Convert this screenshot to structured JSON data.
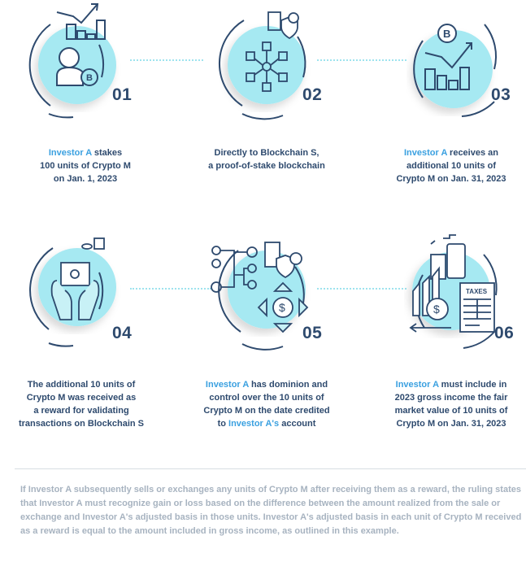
{
  "colors": {
    "circle": "#a6e9f2",
    "dark": "#2e4a6e",
    "accent": "#3aa0e0",
    "footer": "#a7b3c0"
  },
  "steps": [
    {
      "number": "01",
      "icon": "investor-crypto-growth-icon",
      "lines": [
        [
          "Investor A",
          "  stakes"
        ],
        [
          "",
          "100 units of Crypto M"
        ],
        [
          "",
          "on Jan. 1, 2023"
        ]
      ]
    },
    {
      "number": "02",
      "icon": "blockchain-network-icon",
      "lines": [
        [
          "",
          "Directly to Blockchain S,"
        ],
        [
          "",
          "a proof-of-stake blockchain"
        ]
      ]
    },
    {
      "number": "03",
      "icon": "coin-growth-chart-icon",
      "lines": [
        [
          "Investor A",
          " receives an"
        ],
        [
          "",
          "additional 10 units of"
        ],
        [
          "",
          "Crypto M on Jan. 31, 2023"
        ]
      ]
    },
    {
      "number": "04",
      "icon": "reward-certificate-hands-icon",
      "lines": [
        [
          "",
          "The additional 10 units of"
        ],
        [
          "",
          "Crypto M was received as"
        ],
        [
          "",
          "a reward for validating"
        ],
        [
          "",
          "transactions on Blockchain S"
        ]
      ]
    },
    {
      "number": "05",
      "icon": "control-dollar-flow-icon",
      "lines": [
        [
          "Investor A",
          " has dominion and"
        ],
        [
          "",
          "control over the 10 units of"
        ],
        [
          "",
          "Crypto M on the date credited"
        ],
        [
          "to ",
          "Investor A's",
          "account"
        ]
      ]
    },
    {
      "number": "06",
      "icon": "taxes-calculator-icon",
      "icon_text": "TAXES",
      "lines": [
        [
          "Investor A",
          " must include in"
        ],
        [
          "",
          "2023 gross income the fair"
        ],
        [
          "",
          "market value of 10 units of"
        ],
        [
          "",
          "Crypto M on Jan. 31, 2023"
        ]
      ]
    }
  ],
  "footer": "If Investor A subsequently sells or exchanges any units of Crypto M after receiving them as a reward, the ruling states that Investor A must recognize gain or loss based on the difference between the amount realized from the sale or exchange and Investor A's adjusted basis in those units.  Investor A's adjusted basis in each unit of Crypto M received as a reward is equal to the amount included in gross income, as outlined in this example."
}
